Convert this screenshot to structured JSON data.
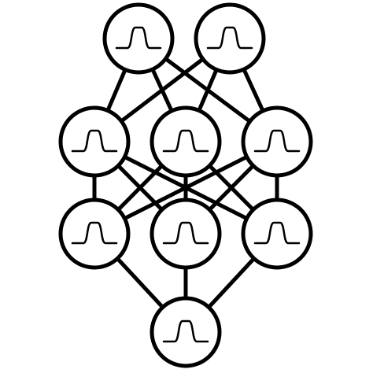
{
  "diagram": {
    "kind": "neural-network",
    "node_icon": "bell-curve-icon",
    "stroke_color": "#000000",
    "fill_color": "#ffffff",
    "layers": [
      {
        "name": "layer-1",
        "node_count": 2
      },
      {
        "name": "layer-2",
        "node_count": 3
      },
      {
        "name": "layer-3",
        "node_count": 3
      },
      {
        "name": "layer-4",
        "node_count": 1
      }
    ],
    "connectivity": "fully-connected-between-adjacent-layers"
  }
}
